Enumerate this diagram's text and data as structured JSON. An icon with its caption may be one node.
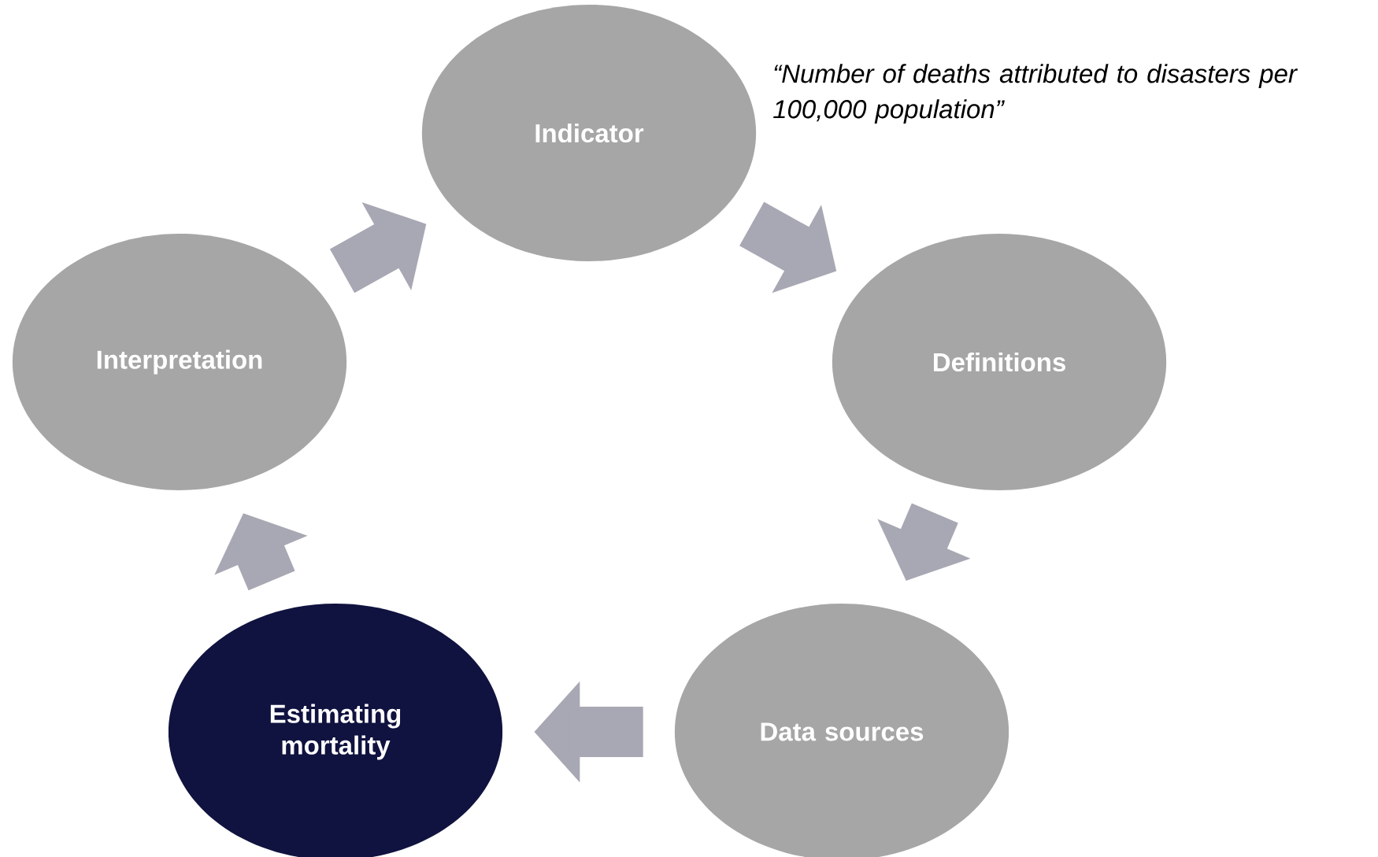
{
  "diagram": {
    "nodes": [
      {
        "text": [
          "Indicator"
        ],
        "beside": [
          "“Number of deaths attributed to disasters per 100,000 population”"
        ]
      },
      {
        "text": [
          "Definitions"
        ]
      },
      {
        "text": [
          "Data sources"
        ]
      },
      {
        "text": [
          "Estimating mortality"
        ]
      },
      {
        "text": [
          "Interpretation"
        ]
      }
    ],
    "edges": [
      {
        "from": 0,
        "to": 1,
        "arrow": "to"
      },
      {
        "from": 1,
        "to": 2,
        "arrow": "to"
      },
      {
        "from": 2,
        "to": 3,
        "arrow": "to"
      },
      {
        "from": 3,
        "to": 4,
        "arrow": "to"
      },
      {
        "from": 4,
        "to": 0,
        "arrow": "to"
      }
    ]
  }
}
